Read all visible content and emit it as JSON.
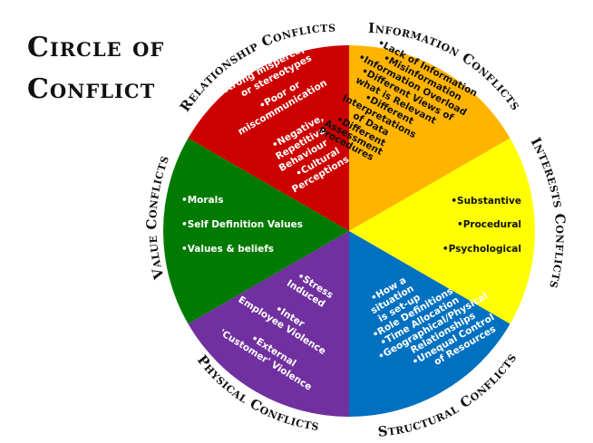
{
  "title": {
    "line1": "Circle of",
    "line2": "Conflict"
  },
  "colors": {
    "relationship": "#cc0000",
    "information": "#ffb400",
    "interests": "#ffff00",
    "structural": "#0070c0",
    "physical": "#7030a0",
    "value": "#007a00"
  },
  "segments": {
    "relationship": {
      "label": "Relationship Conflicts",
      "items": [
        "•Strong misperception",
        "or stereotypes",
        "•Poor or",
        "miscommunication",
        "•Negative,",
        "Repetitive",
        "Behaviour",
        "•Cultural",
        "Perceptions"
      ]
    },
    "information": {
      "label": "Information Conflicts",
      "items": [
        "•Lack of Information",
        "•Misinformation",
        "•Information Overload",
        "•Different Views of",
        "what is Relevant",
        "•Different",
        "Interpretations",
        "of Data",
        "•Different",
        "Assessment",
        "Procedures"
      ]
    },
    "interests": {
      "label": "Interests Conflicts",
      "items": [
        "•Substantive",
        "•Procedural",
        "•Psychological"
      ]
    },
    "structural": {
      "label": "Structural Conflicts",
      "items": [
        "•How a",
        "situation",
        "is set-up",
        "•Role Definitions",
        "•Time Allocation",
        "•Geographical/Physical",
        "Relationships",
        "•Unequal Control",
        "of Resources"
      ]
    },
    "physical": {
      "label": "Physical Conflicts",
      "items": [
        "•Stress",
        "Induced",
        "•Inter",
        "Employee Violence",
        "•External",
        "'Customer' Violence"
      ]
    },
    "value": {
      "label": "Value Conflicts",
      "items": [
        "•Morals",
        "•Self Definition Values",
        "•Values & beliefs"
      ]
    }
  }
}
